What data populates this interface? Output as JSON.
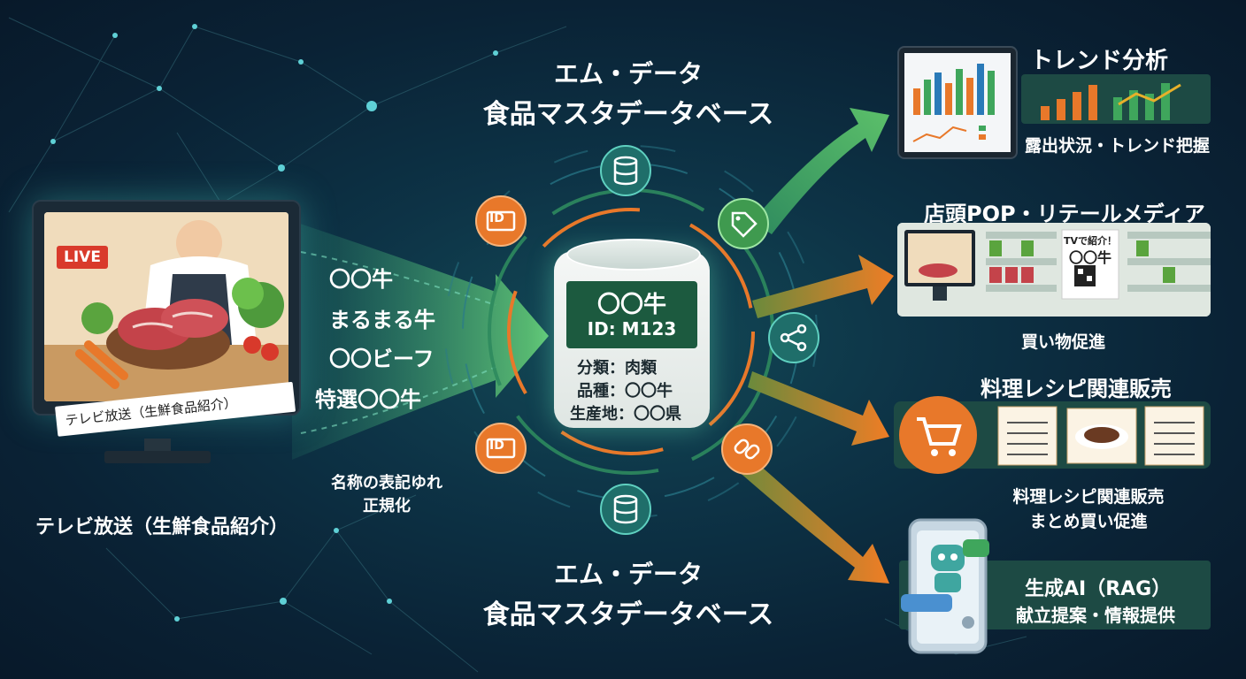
{
  "title_top": {
    "line1": "エム・データ",
    "line2": "食品マスタデータベース"
  },
  "title_bottom": {
    "line1": "エム・データ",
    "line2": "食品マスタデータベース"
  },
  "tv": {
    "live_badge": "LIVE",
    "caption": "テレビ放送（生鮮食品紹介）",
    "label": "テレビ放送（生鮮食品紹介）"
  },
  "name_variants": [
    "〇〇牛",
    "まるまる牛",
    "〇〇ビーフ",
    "特選〇〇牛"
  ],
  "normalization": {
    "line1": "名称の表記ゆれ",
    "line2": "正規化"
  },
  "record": {
    "name": "〇〇牛",
    "id": "ID: M123",
    "category": "分類：肉類",
    "variety": "品種：〇〇牛",
    "origin": "生産地：〇〇県"
  },
  "ring_icons": [
    "database-icon",
    "tag-icon",
    "id-card-icon",
    "share-icon",
    "id-card-icon",
    "link-icon",
    "database-icon"
  ],
  "id_badge_text": "ID",
  "outputs": [
    {
      "title": "トレンド分析",
      "caption": "露出状況・トレンド把握"
    },
    {
      "title": "店頭POP・リテールメディア",
      "caption": "買い物促進",
      "pop_line1": "TVで紹介！",
      "pop_line2": "〇〇牛"
    },
    {
      "title": "料理レシピ関連販売",
      "caption_line1": "料理レシピ関連販売",
      "caption_line2": "まとめ買い促進"
    },
    {
      "title_line1": "生成AI（RAG）",
      "title_line2": "献立提案・情報提供"
    }
  ],
  "colors": {
    "green": "#3fa65c",
    "orange": "#e8782a",
    "teal": "#1f6e6a",
    "navy": "#0b2236"
  }
}
